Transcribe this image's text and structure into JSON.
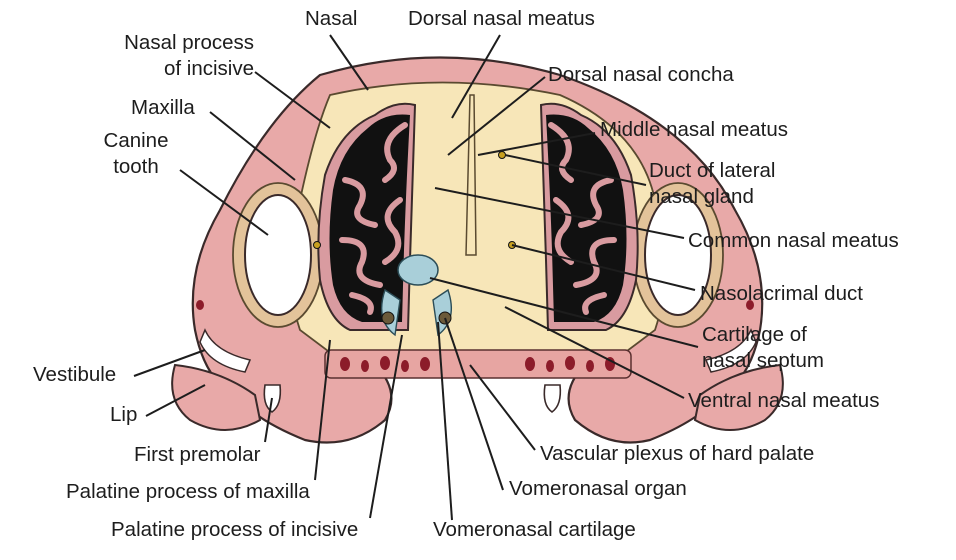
{
  "labels": {
    "nasal": "Nasal",
    "nasal_process_of_incisive": "Nasal process\nof incisive",
    "maxilla": "Maxilla",
    "canine_tooth": "Canine\ntooth",
    "vestibule": "Vestibule",
    "lip": "Lip",
    "first_premolar": "First premolar",
    "palatine_process_of_maxilla": "Palatine process of maxilla",
    "palatine_process_of_incisive": "Palatine process of incisive",
    "dorsal_nasal_meatus": "Dorsal nasal meatus",
    "dorsal_nasal_concha": "Dorsal nasal concha",
    "middle_nasal_meatus": "Middle nasal meatus",
    "duct_of_lateral_nasal_gland": "Duct of lateral\nnasal gland",
    "common_nasal_meatus": "Common nasal meatus",
    "nasolacrimal_duct": "Nasolacrimal duct",
    "cartilage_of_nasal_septum": "Cartilage of\nnasal septum",
    "ventral_nasal_meatus": "Ventral nasal meatus",
    "vascular_plexus_of_hard_palate": "Vascular plexus of hard palate",
    "vomeronasal_organ": "Vomeronasal organ",
    "vomeronasal_cartilage": "Vomeronasal cartilage"
  },
  "colors": {
    "skin": "#e8a9a8",
    "bone": "#f7e6b8",
    "cavity": "#111111",
    "mucosa": "#d99ba0",
    "tooth": "#ffffff",
    "cartilage": "#a9cfd9",
    "vessel": "#8c1c2a",
    "line": "#1d1d1d"
  }
}
